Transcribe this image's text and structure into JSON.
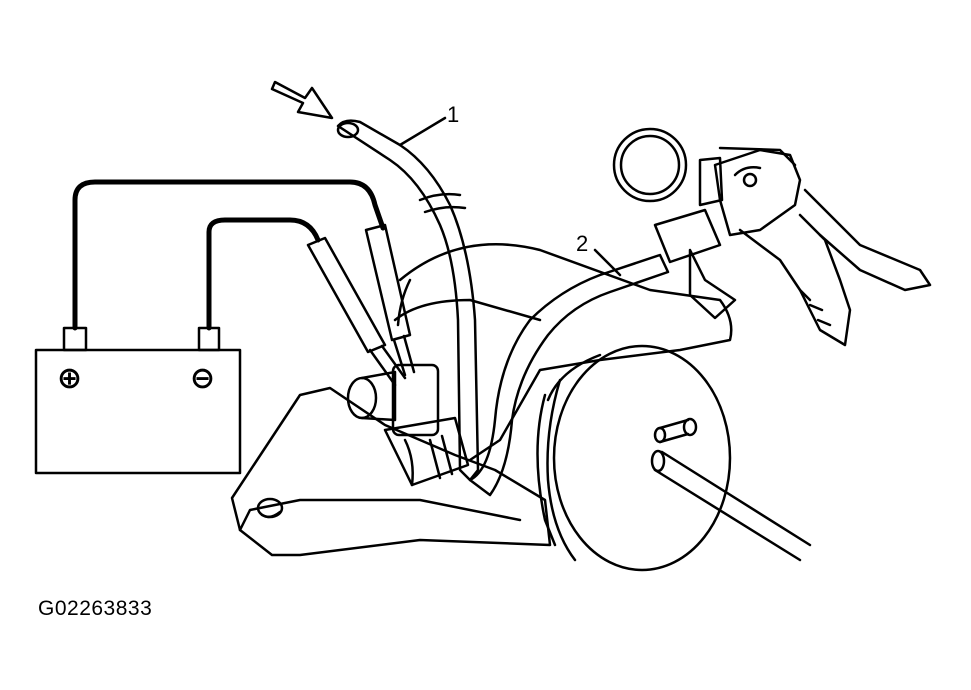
{
  "callouts": {
    "hose_1": "1",
    "hose_2": "2"
  },
  "battery": {
    "positive_symbol": "⊕",
    "negative_symbol": "⊖"
  },
  "figure_id": "G02263833"
}
